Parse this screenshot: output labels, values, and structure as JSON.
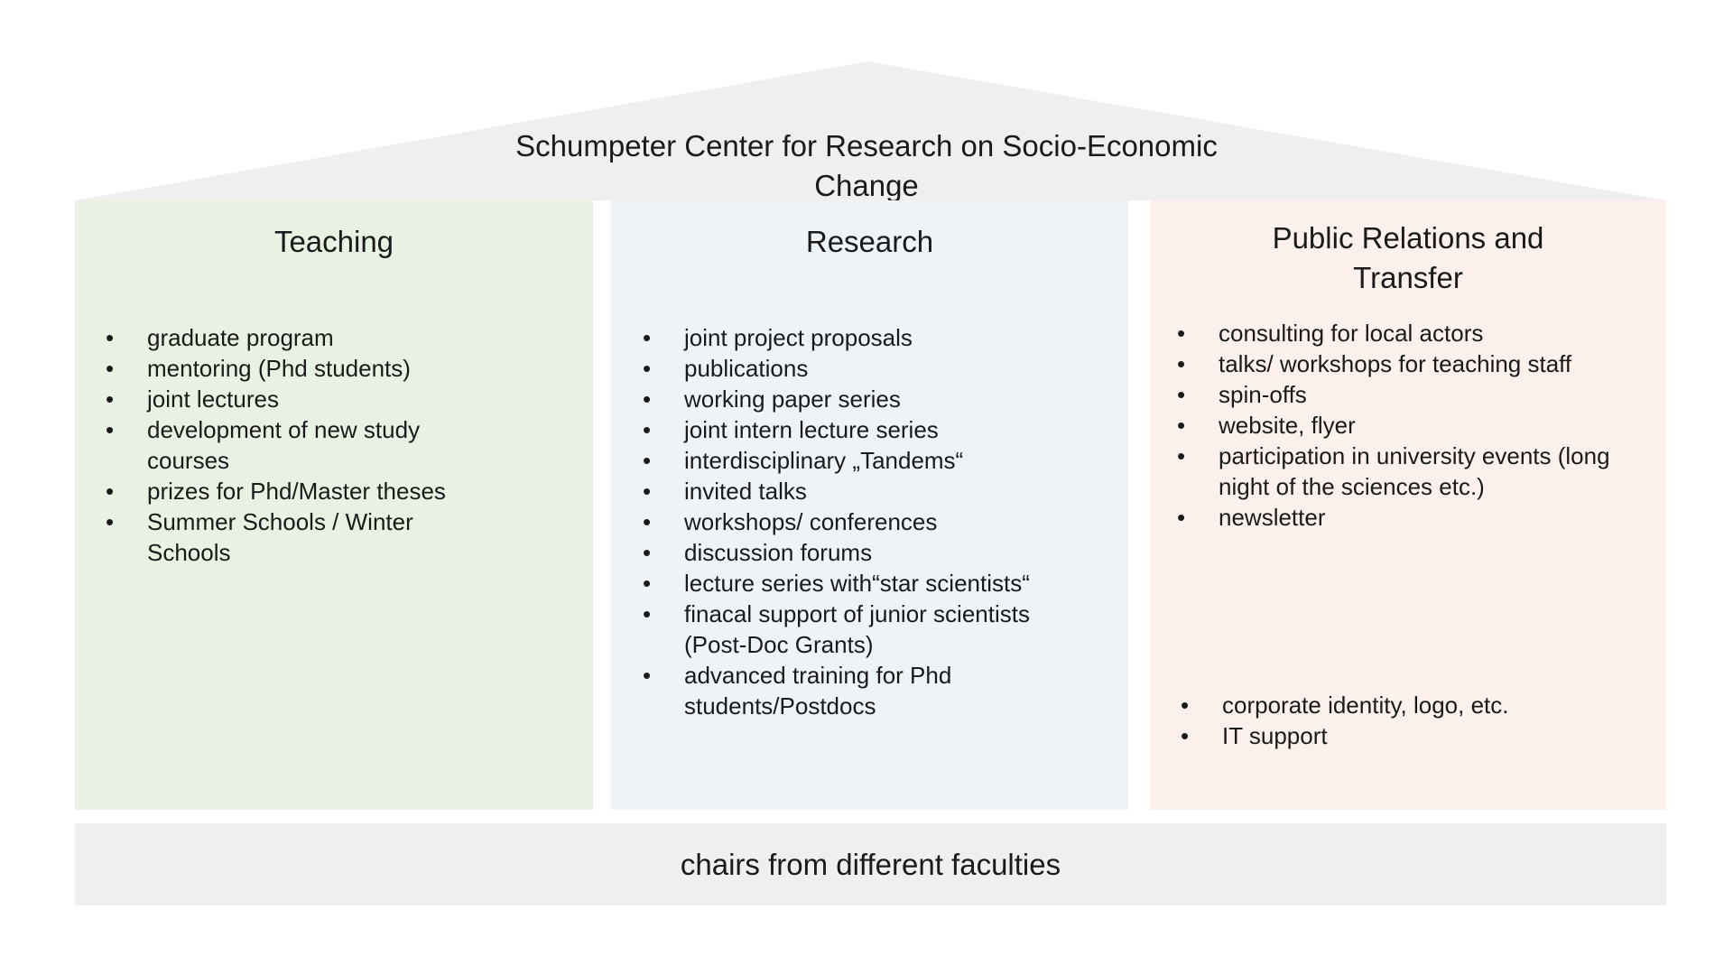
{
  "roof": {
    "title": "Schumpeter Center for Research on Socio-Economic Change"
  },
  "pillars": {
    "teaching": {
      "title": "Teaching",
      "items": [
        "graduate program",
        "mentoring (Phd students)",
        "joint lectures",
        "development of new study courses",
        "prizes for Phd/Master theses",
        "Summer Schools / Winter Schools"
      ]
    },
    "research": {
      "title": "Research",
      "items": [
        "joint project proposals",
        "publications",
        "working paper series",
        "joint intern lecture series",
        "interdisciplinary  „Tandems“",
        "invited talks",
        "workshops/ conferences",
        "discussion forums",
        "lecture series with“star scientists“",
        "finacal support of junior scientists (Post-Doc Grants)",
        "advanced training for Phd students/Postdocs"
      ]
    },
    "pr": {
      "title": "Public Relations and Transfer",
      "items": [
        "consulting for local actors",
        "talks/ workshops for teaching staff",
        "spin-offs",
        "website, flyer",
        "participation in university events (long night of the sciences etc.)",
        "newsletter"
      ],
      "extra_items": [
        "corporate identity, logo, etc.",
        "IT support"
      ]
    }
  },
  "base": {
    "label": "chairs from different faculties"
  },
  "colors": {
    "roof": "#efefef",
    "teaching_bg": "#e9f1e2",
    "research_bg": "#eef3f8",
    "pr_bg": "#fbf0ec",
    "base_bg": "#efefef"
  }
}
